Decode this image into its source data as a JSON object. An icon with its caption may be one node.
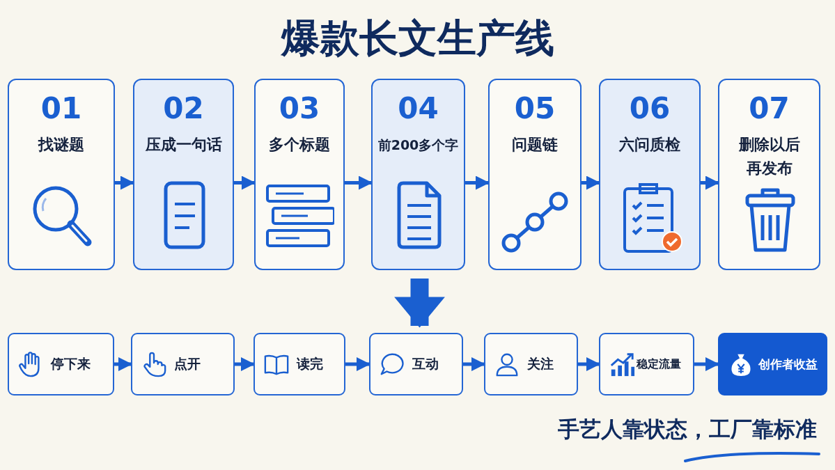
{
  "diagram": {
    "title": "爆款长文生产线",
    "nodes": [
      {
        "text": [
          "01",
          "找谜题"
        ]
      },
      {
        "text": [
          "02",
          "压成一句话"
        ]
      },
      {
        "text": [
          "03",
          "多个标题"
        ]
      },
      {
        "text": [
          "04",
          "前200多个字"
        ]
      },
      {
        "text": [
          "05",
          "问题链"
        ]
      },
      {
        "text": [
          "06",
          "六问质检"
        ]
      },
      {
        "text": [
          "07",
          "删除以后再发布"
        ]
      },
      {
        "text": [
          "停下来"
        ]
      },
      {
        "text": [
          "点开"
        ]
      },
      {
        "text": [
          "读完"
        ]
      },
      {
        "text": [
          "互动"
        ]
      },
      {
        "text": [
          "关注"
        ]
      },
      {
        "text": [
          "稳定流量"
        ]
      },
      {
        "text": [
          "创作者收益"
        ]
      }
    ],
    "edges": [
      {
        "from": 0,
        "to": 1,
        "arrow": "to"
      },
      {
        "from": 1,
        "to": 2,
        "arrow": "to"
      },
      {
        "from": 2,
        "to": 3,
        "arrow": "to"
      },
      {
        "from": 3,
        "to": 4,
        "arrow": "to"
      },
      {
        "from": 4,
        "to": 5,
        "arrow": "to"
      },
      {
        "from": 5,
        "to": 6,
        "arrow": "to"
      },
      {
        "from": 3,
        "to": 10,
        "arrow": "to",
        "style": "thick"
      },
      {
        "from": 7,
        "to": 8,
        "arrow": "to"
      },
      {
        "from": 8,
        "to": 9,
        "arrow": "to"
      },
      {
        "from": 9,
        "to": 10,
        "arrow": "to"
      },
      {
        "from": 10,
        "to": 11,
        "arrow": "to"
      },
      {
        "from": 11,
        "to": 12,
        "arrow": "to"
      },
      {
        "from": 12,
        "to": 13,
        "arrow": "to"
      }
    ],
    "labels": [
      "手艺人靠状态，工厂靠标准"
    ]
  }
}
